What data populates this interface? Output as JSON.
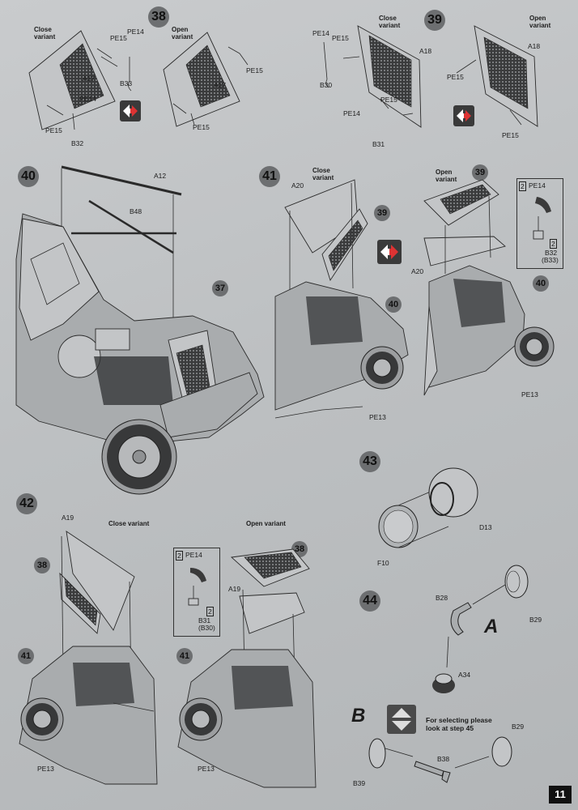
{
  "page": {
    "number": "11"
  },
  "steps": {
    "s38": {
      "badge": "38",
      "close_title": "Close\nvariant",
      "open_title": "Open\nvariant",
      "labels": {
        "pe15_a": "PE15",
        "pe14_a": "PE14",
        "a17_a": "A17",
        "b33": "B33",
        "pe14_b": "PE14",
        "pe15_b": "PE15",
        "b32": "B32",
        "a17_b": "A17",
        "pe15_c": "PE15",
        "pe15_d": "PE15"
      }
    },
    "s39": {
      "badge": "39",
      "close_title": "Close\nvariant",
      "open_title": "Open\nvariant",
      "labels": {
        "pe14_a": "PE14",
        "pe15_a": "PE15",
        "a18_a": "A18",
        "b30": "B30",
        "pe15_b": "PE15",
        "pe14_b": "PE14",
        "b31": "B31",
        "a18_b": "A18",
        "pe15_c": "PE15",
        "pe15_d": "PE15"
      }
    },
    "s40": {
      "badge": "40",
      "labels": {
        "a12": "A12",
        "b48": "B48",
        "ref37": "37"
      }
    },
    "s41": {
      "badge": "41",
      "close_title": "Close\nvariant",
      "open_title": "Open\nvariant",
      "labels": {
        "a20_a": "A20",
        "ref39_a": "39",
        "ref40_a": "40",
        "pe13_a": "PE13",
        "ref39_b": "39",
        "pe14": "PE14",
        "a20_b": "A20",
        "b32": "B32",
        "b33": "(B33)",
        "ref40_b": "40",
        "pe13_b": "PE13",
        "qty_a": "2",
        "qty_b": "2"
      }
    },
    "s42": {
      "badge": "42",
      "close_title": "Close variant",
      "open_title": "Open variant",
      "labels": {
        "a19_a": "A19",
        "ref38_a": "38",
        "ref41_a": "41",
        "pe13_a": "PE13",
        "pe14": "PE14",
        "b31": "B31",
        "b30": "(B30)",
        "ref38_b": "38",
        "a19_b": "A19",
        "ref41_b": "41",
        "pe13_b": "PE13",
        "qty_a": "2",
        "qty_b": "2"
      }
    },
    "s43": {
      "badge": "43",
      "labels": {
        "d13": "D13",
        "f10": "F10"
      }
    },
    "s44": {
      "badge": "44",
      "variant_a": "A",
      "variant_b": "B",
      "note": "For selecting please\nlook at step 45",
      "labels": {
        "b28": "B28",
        "b29_a": "B29",
        "a34": "A34",
        "b29_b": "B29",
        "b38": "B38",
        "b39": "B39"
      }
    }
  }
}
